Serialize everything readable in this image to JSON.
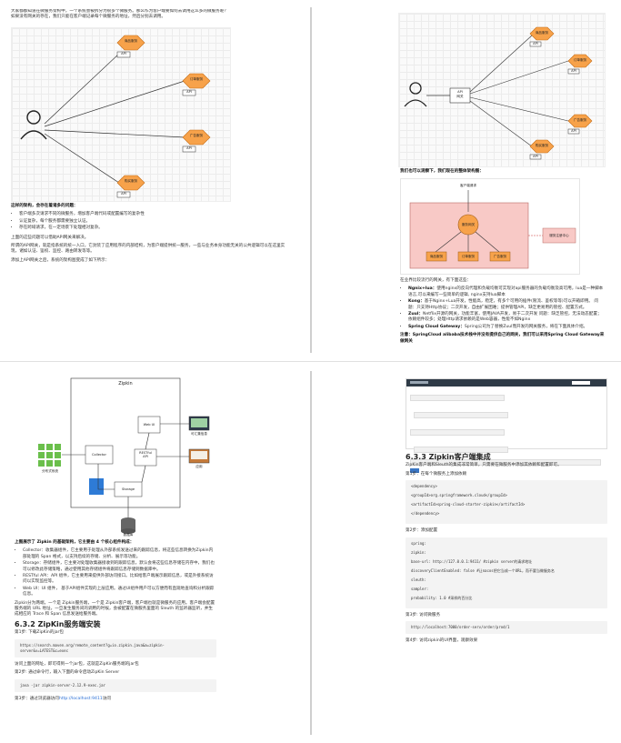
{
  "page1": {
    "intro": "大家都都知道在微服务架构中，一个系统会被拆分为很多个微服务。那么作为客户端要如何去调用这么多的微服务呢？如果没有网关的存在，我们只能在客户端记录每个微服务的地址，然后分别去调用。",
    "services": [
      {
        "name": "商品服务",
        "api": "API"
      },
      {
        "name": "订单服务",
        "api": "API"
      },
      {
        "name": "广告服务",
        "api": "API"
      },
      {
        "name": "购买服务",
        "api": "API"
      }
    ],
    "problems_title": "这样的架构，会存在着诸多的问题：",
    "problems": [
      "客户端多次请求不同的微服务，增加客户端代码或配置编写的复杂性",
      "认证复杂，每个服务都需要独立认证。",
      "存在跨域请求，在一定场景下处理相对复杂。"
    ],
    "solve": "上面的这些问题可以借助API网关来解决。",
    "desc": "所谓的API网关，就是指系统的统一入口，它封装了应用程序的内部结构，为客户端提供统一服务，一些与业务本身功能无关的公共逻辑可以在这里实现，诸如认证、鉴权、监控、路由转发等等。",
    "after": "添加上API网关之后，系统的架构图变成了如下所示："
  },
  "page2": {
    "gateway_label": "API\n网关",
    "services": [
      "商品服务",
      "订单服务",
      "广告服务",
      "购买服务"
    ],
    "api": "API",
    "arch_title": "我们也可以观察下，我们现在的整体架构图：",
    "arch": {
      "client": "客户端请求",
      "gateway": "服务网关",
      "svc": [
        "商品服务",
        "订单服务",
        "广告服务"
      ],
      "registry": "服务注册中心"
    },
    "compare_title": "在业界比较流行的网关，有下面这些：",
    "gateways": [
      {
        "name": "Ngnix+lua：",
        "desc": "使用nginx的反向代理和负载均衡可实现对api服务器的负载均衡及高可用，lua是一种脚本语言,可以来编写一些简单的逻辑, nginx支持lua脚本"
      },
      {
        "name": "Kong：",
        "desc": "基于Nginx+Lua开发，性能高，稳定，有多个可用的插件(限流、鉴权等等)可以开箱即用。 问题：只支持Http协议；二次开发，自由扩展困难；提供管理API，缺乏更易用的管控、配置方式。"
      },
      {
        "name": "Zuul：",
        "desc": "Netflix开源的网关，功能丰富，使用JAVA开发，易于二次开发 问题：缺乏管控，无法动态配置；依赖组件较多；处理Http请求依赖的是Web容器，性能不如Nginx"
      },
      {
        "name": "Spring Cloud Gateway：",
        "desc": "Spring公司为了替换Zuul而开发的网关服务，将在下面具体介绍。"
      }
    ],
    "note": "注意：SpringCloud alibaba技术栈中并没有提供自己的网关，我们可以采用Spring Cloud Gateway来做网关"
  },
  "page3": {
    "zipkin": {
      "title": "Zipkin",
      "collector": "Collector",
      "storage": "Storage",
      "restful": "RESTful\nAPI",
      "webui": "Web UI",
      "dist": "分布式系统",
      "db": "数据库",
      "ui_label": "可汇集信息",
      "app": "应用"
    },
    "summary_title": "上图展示了 Zipkin 的基础架构，它主要由 4 个核心组件构成：",
    "components": [
      "Collector：收集器组件，它主要用于处理从外部系统发送过来的跟踪信息，将这些信息转换为Zipkin内部处理的 Span 格式，以支持后续的存储、分析、展示等功能。",
      "Storage：存储组件，它主要对处理收集器接收到的跟踪信息，默认会将这些信息存储在内存中，我们也可以修改此存储策略，通过使用其他存储组件将跟踪信息存储到数据库中。",
      "RESTful API：API 组件，它主要用来提供外部访问接口。比如给客户端展示跟踪信息，或是外接系统访问以实现监控等。",
      "Web UI：UI 组件， 基于API组件实现的上层应用。通过UI组件用户可以方便而有直观地查询和分析跟踪信息。"
    ],
    "zipkin_desc": "Zipkin分为两端，一个是 Zipkin服务端，一个是 Zipkin客户端，客户端也就是微服务的应用。客户端会配置服务端的 URL 地址，一旦发生服务间的调用的时候，会被配置在微服务里面的 Sleuth 的监听器监听，并生成相应的 Trace 和 Span 信息发送给服务端。",
    "h_install": "6.3.2 ZipKin服务端安装",
    "step1": "第1步: 下载ZipKin的jar包",
    "url": "https://search.maven.org/remote_content?g=io.zipkin.java&a=zipkin-server&v=LATEST&c=exec",
    "visit": "访问上面的网址，即可得到一个jar包，这就是ZipKin服务端的jar包",
    "step2": "第2步: 通过命令行，输入下面的命令启动ZipKin Server",
    "cmd": "java -jar zipkin-server-2.12.9-exec.jar",
    "step3": "第3步：通过浏览器访问",
    "step3_link": "http://localhost:9411",
    "step3_end": "访问"
  },
  "page4": {
    "h_client": "6.3.3 Zipkin客户端集成",
    "desc": "ZipKin客户端和Sleuth的集成非常简单，只需要在微服务中添加其依赖和配置即可。",
    "step1": "第1步：在每个微服务上添加依赖",
    "dep": [
      "<dependency>",
      "<groupId>org.springframework.cloud</groupId>",
      "<artifactId>spring-cloud-starter-zipkin</artifactId>",
      "</dependency>"
    ],
    "step2": "第2步：添加配置",
    "conf": [
      "spring:",
      "zipkin:",
      "base-url: http://127.0.0.1:9411/ #zipkin server的请求地址",
      "discoveryClientEnabled: false #让nacos把它当成一个URL，而不要当做服务名",
      "sleuth:",
      "sampler:",
      "probability: 1.0 #采样的百分比"
    ],
    "step3": "第3步: 访问微服务",
    "visit_url": "http://localhost:7000/order-serv/order/prod/1",
    "step4": "第4步: 访问zipkin的UI界面，观察效果"
  },
  "colors": {
    "service_fill": "#f7a24a",
    "arch_fill": "#f8c9c6",
    "link": "#2a6fd6"
  }
}
